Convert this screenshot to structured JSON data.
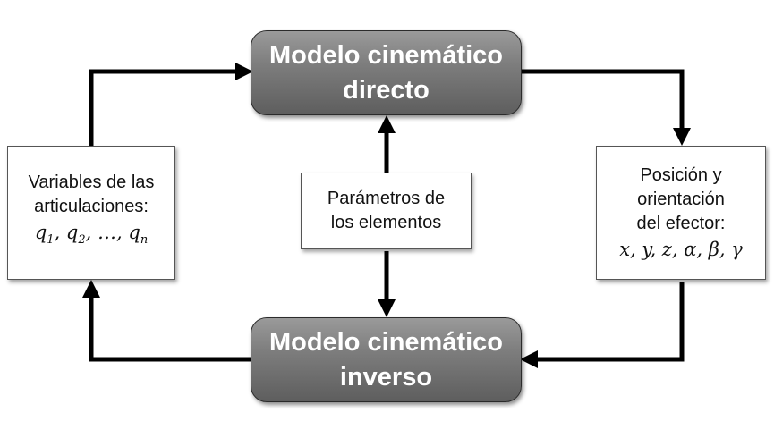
{
  "direct_model": {
    "line1": "Modelo cinemático",
    "line2": "directo"
  },
  "inverse_model": {
    "line1": "Modelo cinemático",
    "line2": "inverso"
  },
  "joint_variables": {
    "line1": "Variables de las",
    "line2": "articulaciones:",
    "math": {
      "q1": "q",
      "q1_sub": "1",
      "q2": "q",
      "q2_sub": "2",
      "ellipsis": "…",
      "qn": "q",
      "qn_sub": "n",
      "sep": ", "
    }
  },
  "element_parameters": {
    "line1": "Parámetros de",
    "line2": "los elementos"
  },
  "effector_pose": {
    "line1": "Posición y",
    "line2": "orientación",
    "line3": "del efector:",
    "math": "x, y, z, α, β, γ"
  }
}
